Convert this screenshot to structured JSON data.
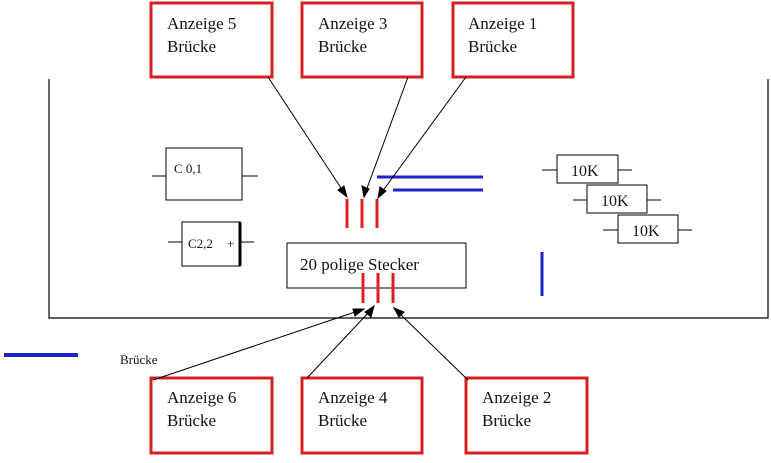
{
  "colors": {
    "box_border": "#d42020",
    "pin": "#e02020",
    "bridge": "#1a22c8",
    "line": "#000000"
  },
  "boxes_top": [
    {
      "title": "Anzeige 5",
      "sub": "Brücke"
    },
    {
      "title": "Anzeige 3",
      "sub": "Brücke"
    },
    {
      "title": "Anzeige 1",
      "sub": "Brücke"
    }
  ],
  "boxes_bottom": [
    {
      "title": "Anzeige 6",
      "sub": "Brücke"
    },
    {
      "title": "Anzeige 4",
      "sub": "Brücke"
    },
    {
      "title": "Anzeige 2",
      "sub": "Brücke"
    }
  ],
  "components": {
    "c1": "C 0,1",
    "c2": "C2,2",
    "c2_polarity": "+",
    "connector": "20 polige Stecker",
    "resistors": [
      "10K",
      "10K",
      "10K"
    ]
  },
  "legend": {
    "bridge_label": "Brücke"
  }
}
